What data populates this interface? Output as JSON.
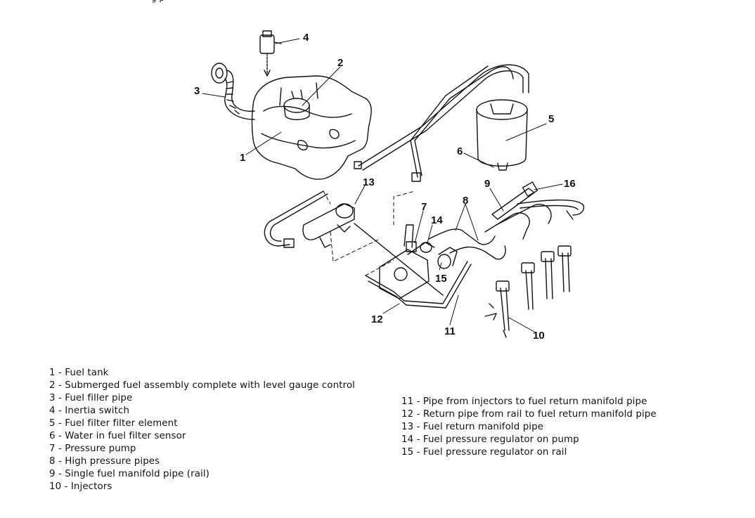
{
  "top_fragment": "g p",
  "callouts": [
    "1",
    "2",
    "3",
    "4",
    "5",
    "6",
    "7",
    "8",
    "9",
    "10",
    "11",
    "12",
    "13",
    "14",
    "15",
    "16"
  ],
  "legend": {
    "left": [
      "1 - Fuel tank",
      "2 - Submerged fuel assembly complete with level gauge control",
      "3 - Fuel filler pipe",
      "4 - Inertia switch",
      "5 - Fuel filter filter element",
      "6 - Water in fuel filter sensor",
      "7 - Pressure pump",
      "8 - High pressure pipes",
      "9 - Single fuel manifold pipe (rail)",
      "10 -  Injectors"
    ],
    "right": [
      "11 - Pipe from injectors to fuel return manifold pipe",
      "12 - Return pipe from rail to fuel return manifold pipe",
      "13 - Fuel return manifold pipe",
      "14 - Fuel pressure regulator on pump",
      "15 - Fuel pressure regulator on rail"
    ]
  }
}
